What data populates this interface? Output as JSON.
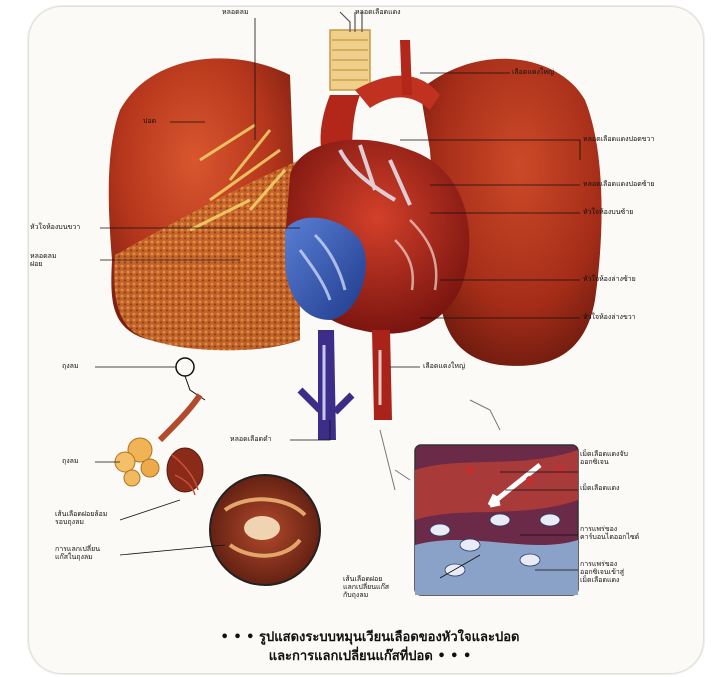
{
  "labels": {
    "top_tube": "หลอดลม",
    "top_branch": "หลอดเลือดแดง",
    "aorta": "เลือดแดงใหญ่",
    "lung_left": "ปอด",
    "pulm_artery_right": "หลอดเลือดแดงปอดขวา",
    "pulm_artery_left": "หลอดเลือดแดงปอดซ้าย",
    "atrium_left": "หัวใจห้องบนซ้าย",
    "atrium_right": "หัวใจห้องบนขวา",
    "bronchus": "หลอดลม\nฝอย",
    "ventricle_left": "หัวใจห้องล่างซ้าย",
    "ventricle_right": "หัวใจห้องล่างขวา",
    "alveolus": "ถุงลม",
    "aorta_lower": "เลือดแดงใหญ่",
    "vein": "หลอดเลือดดำ",
    "alveoli": "ถุงลม",
    "rbc_oxy": "เม็ดเลือดแดงจับ\nออกซิเจน",
    "rbc": "เม็ดเลือดแดง",
    "capillary_net": "เส้นเลือดฝอยล้อม\nรอบถุงลม",
    "gas_exchange": "การแลกเปลี่ยน\nแก๊สในถุงลม",
    "co2_out": "การแพร่ของ\nคาร์บอนไดออกไซด์",
    "o2_in": "การแพร่ของ\nออกซิเจนเข้าสู่\nเม็ดเลือดแดง",
    "capillary_bottom": "เส้นเลือดฝอย\nแลกเปลี่ยนแก๊ส\nกับถุงลม"
  },
  "caption": {
    "line1": "• • •  รูปแสดงระบบหมุนเวียนเลือดของหัวใจและปอด",
    "line2": "และการแลกเปลี่ยนแก๊สที่ปอด  • • •"
  }
}
